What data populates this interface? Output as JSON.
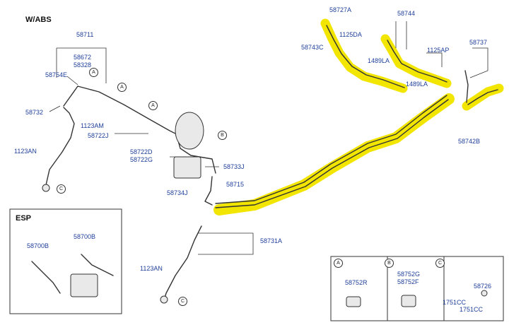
{
  "header": {
    "section_main": "W/ABS",
    "section_esp": "ESP"
  },
  "labels": {
    "p58711": "58711",
    "p58672": "58672",
    "p58328": "58328",
    "p58754E": "58754E",
    "p58732": "58732",
    "p1123AM": "1123AM",
    "p1123AN_top": "1123AN",
    "p58722J": "58722J",
    "p58722D": "58722D",
    "p58722G": "58722G",
    "p58733J": "58733J",
    "p58715": "58715",
    "p58734J": "58734J",
    "p58731A": "58731A",
    "p1123AN_bottom": "1123AN",
    "p58727A": "58727A",
    "p1125DA": "1125DA",
    "p58743C": "58743C",
    "p58744": "58744",
    "p1489LA_a": "1489LA",
    "p1489LA_b": "1489LA",
    "p1125AP": "1125AP",
    "p58737": "58737",
    "p58742B": "58742B",
    "p58700B_a": "58700B",
    "p58700B_b": "58700B",
    "p58752R": "58752R",
    "p58752G": "58752G",
    "p58752F": "58752F",
    "p58726": "58726",
    "p1751CC_a": "1751CC",
    "p1751CC_b": "1751CC"
  },
  "callouts": {
    "a": "A",
    "b": "B",
    "c": "C"
  },
  "colors": {
    "label": "#1f3f9a",
    "highlight": "#f2e500",
    "line": "#333333"
  }
}
